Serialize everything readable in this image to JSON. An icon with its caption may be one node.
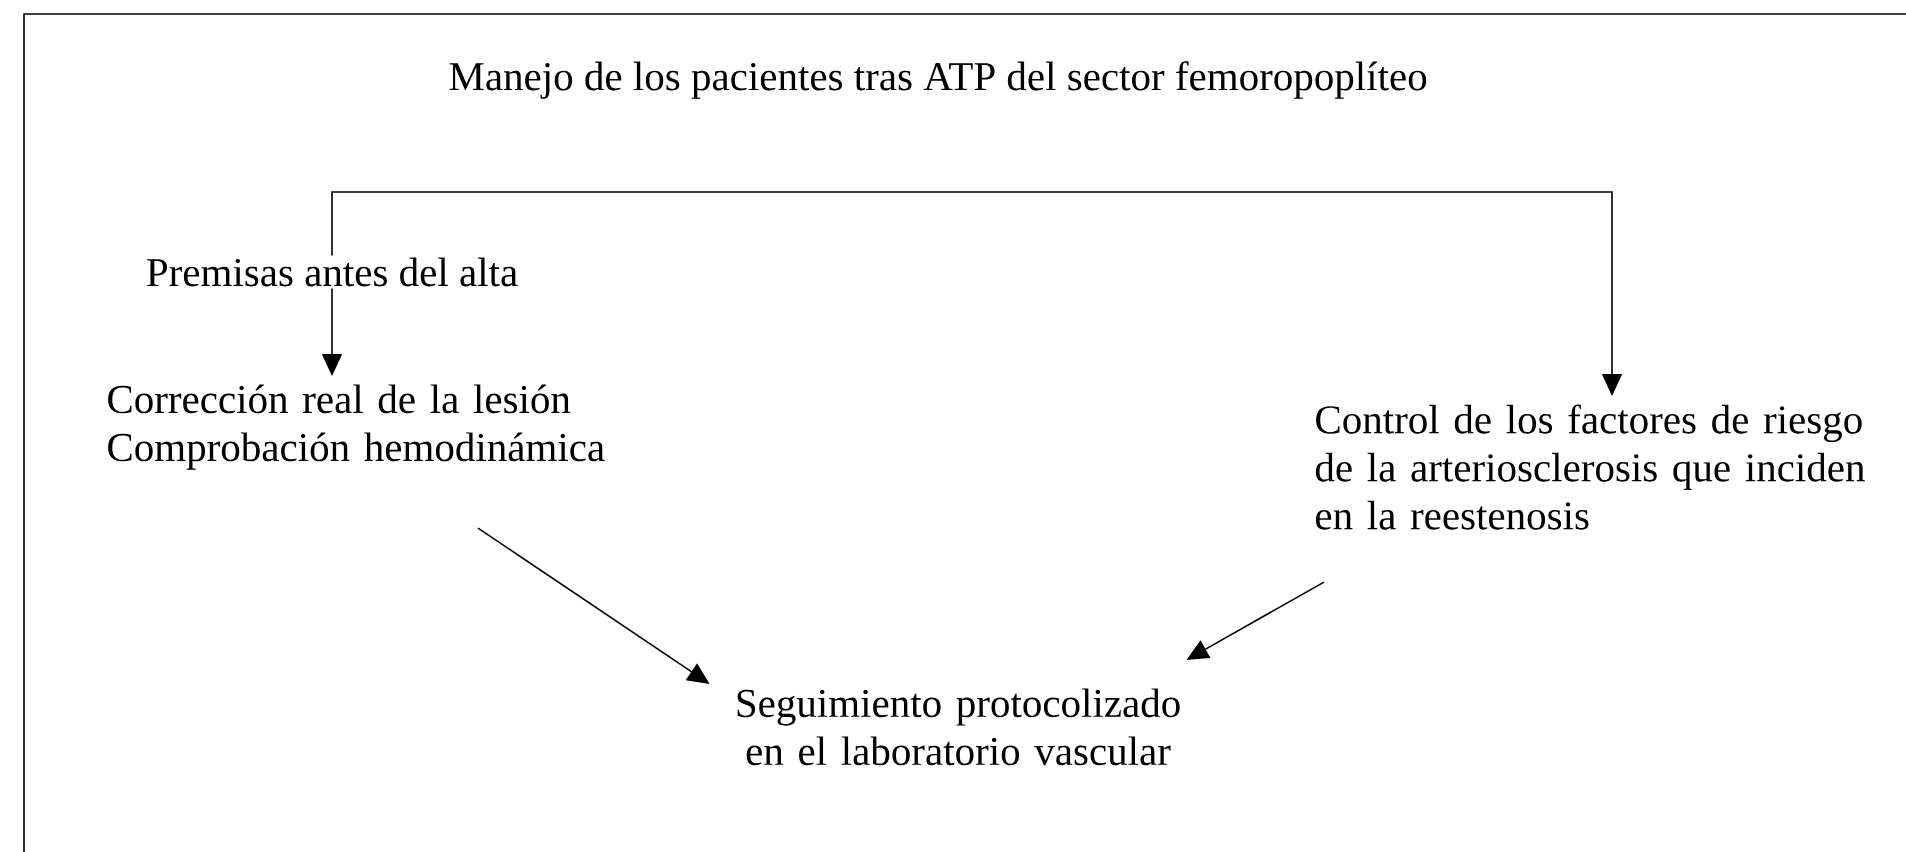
{
  "diagram": {
    "title": "Manejo de los pacientes tras ATP del sector femoropoplíteo",
    "nodes": [
      {
        "text": [
          "Corrección real de la lesión",
          "Comprobación hemodinámica"
        ]
      },
      {
        "text": [
          "Control de los factores de riesgo de la arteriosclerosis que inciden en la reestenosis"
        ]
      },
      {
        "text": [
          "Seguimiento protocolizado en el laboratorio vascular"
        ]
      }
    ],
    "edges": [
      {
        "from": null,
        "to": 0,
        "arrow": "to",
        "label": "Premisas antes del alta"
      },
      {
        "from": null,
        "to": 1,
        "arrow": "to"
      },
      {
        "from": 0,
        "to": 2,
        "arrow": "to"
      },
      {
        "from": 1,
        "to": 2,
        "arrow": "to"
      }
    ]
  }
}
